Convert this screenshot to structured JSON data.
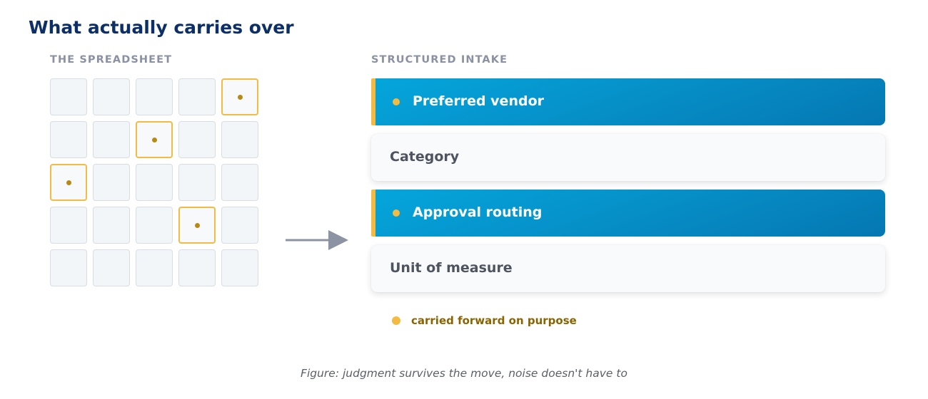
{
  "title": "What actually carries over",
  "spreadsheet": {
    "label": "THE SPREADSHEET",
    "rows": 5,
    "cols": 5,
    "marked_cells": [
      [
        0,
        4
      ],
      [
        1,
        2
      ],
      [
        2,
        0
      ],
      [
        3,
        3
      ]
    ]
  },
  "intake": {
    "label": "STRUCTURED INTAKE",
    "fields": [
      {
        "label": "Preferred vendor",
        "carried": true
      },
      {
        "label": "Category",
        "carried": false
      },
      {
        "label": "Approval routing",
        "carried": true
      },
      {
        "label": "Unit of measure",
        "carried": false
      }
    ]
  },
  "legend": {
    "label": "carried forward on purpose"
  },
  "caption": "Figure: judgment survives the move, noise doesn't have to",
  "colors": {
    "accent": "#f4bb42",
    "highlight_bar": "#0691c9",
    "title": "#0b2f66",
    "marked_dot": "#b88a14"
  }
}
